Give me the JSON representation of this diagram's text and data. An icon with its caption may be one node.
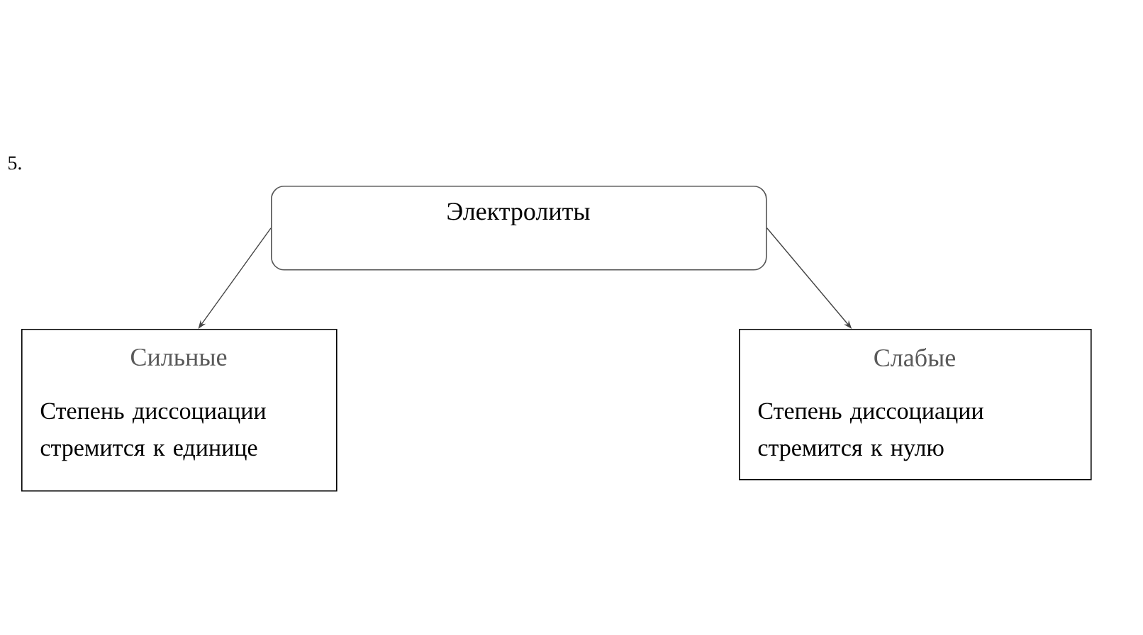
{
  "diagram": {
    "nodes": [
      {
        "text": [
          "Электролиты"
        ]
      },
      {
        "text": [
          "Сильные",
          "Степень диссоциации стремится к единице"
        ]
      },
      {
        "text": [
          "Слабые",
          "Степень диссоциации стремится к нулю"
        ]
      }
    ],
    "edges": [
      {
        "from": 0,
        "to": 1,
        "arrow": "to"
      },
      {
        "from": 0,
        "to": 2,
        "arrow": "to"
      }
    ],
    "labels": [
      "5."
    ]
  }
}
